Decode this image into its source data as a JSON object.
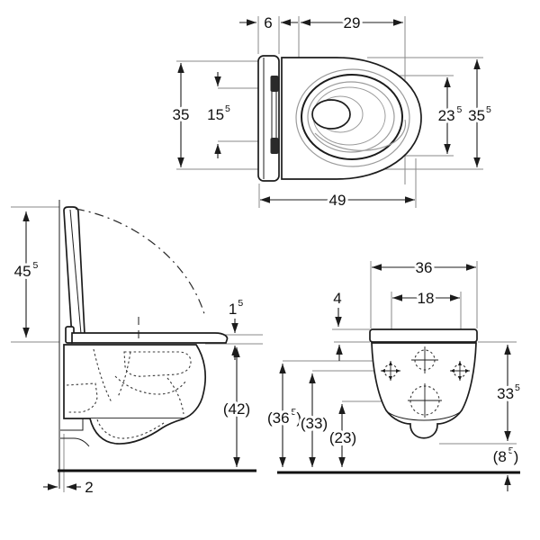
{
  "drawing": {
    "type": "technical-dimension-drawing",
    "subject": "wall-hung WC pan with seat and lid",
    "colors": {
      "line": "#1c1c1c",
      "extension_line": "#8a8a8a",
      "contour_gray": "#9b9b9b",
      "background": "#ffffff"
    },
    "views": {
      "top": {
        "label": "top view",
        "dims": {
          "lid_depth": {
            "t": "6"
          },
          "bowl_depth": {
            "t": "29"
          },
          "lid_width": {
            "t": "35"
          },
          "hinge_spacing": {
            "t": "15",
            "s": "5"
          },
          "inner_width": {
            "t": "23",
            "s": "5"
          },
          "outer_width": {
            "t": "35",
            "s": "5"
          },
          "total_depth": {
            "t": "49"
          }
        }
      },
      "side": {
        "label": "side view",
        "dims": {
          "open_lid_height": {
            "t": "45",
            "s": "5"
          },
          "seat_thickness": {
            "t": "1",
            "s": "5"
          },
          "rim_height": {
            "t": "(42)"
          },
          "wall_gap": {
            "t": "2"
          }
        }
      },
      "rear": {
        "label": "rear view",
        "dims": {
          "body_width": {
            "t": "36"
          },
          "cover_height": {
            "t": "4"
          },
          "fixing_spacing": {
            "t": "18"
          },
          "inlet_height": {
            "t": "(36",
            "s": "5",
            "p": ")"
          },
          "fixing_height": {
            "t": "(33)"
          },
          "outlet_height": {
            "t": "(23)"
          },
          "body_height": {
            "t": "33",
            "s": "5"
          },
          "outlet_clearance": {
            "t": "(8",
            "s": "5",
            "p": ")"
          }
        }
      }
    }
  }
}
